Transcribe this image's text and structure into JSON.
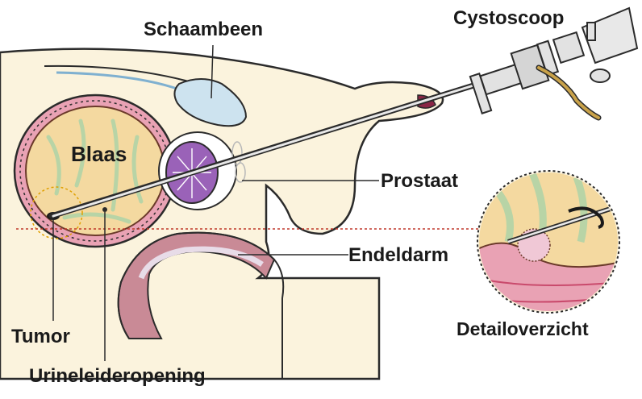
{
  "labels": {
    "pubic_bone": "Schaambeen",
    "cystoscope": "Cystoscoop",
    "bladder": "Blaas",
    "prostate": "Prostaat",
    "rectum": "Endeldarm",
    "detail_view": "Detailoverzicht",
    "tumor": "Tumor",
    "ureteral_orifice": "Urineleideropening"
  },
  "colors": {
    "outline": "#2b2b2b",
    "skin": "#fbf3dd",
    "bladder_wall": "#e9a2b4",
    "bladder_inner": "#f4d9a0",
    "bladder_veins": "#b8d4a6",
    "bone": "#cde3ef",
    "prostate": "#9a62b8",
    "rectum": "#c98a96",
    "red_tissue": "#b7134e",
    "tube": "#c9a24a",
    "scope_metal": "#e2e2e2",
    "dotted_line": "#c0392b"
  }
}
